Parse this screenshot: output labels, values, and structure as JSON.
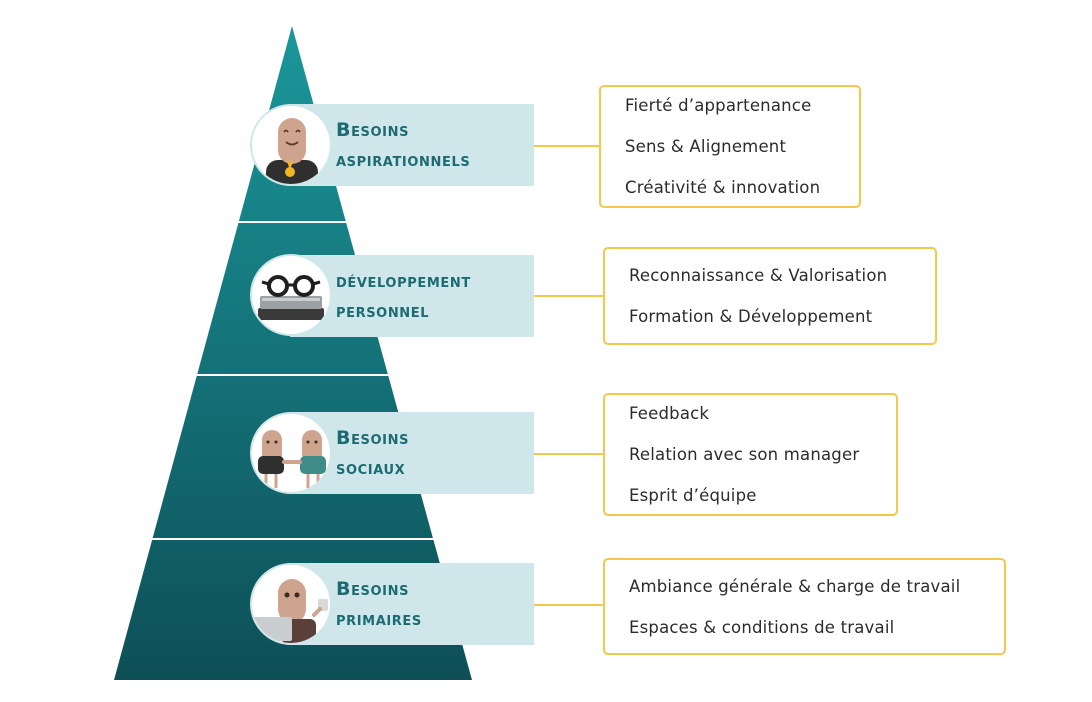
{
  "levels": [
    {
      "title_line1": "Besoins",
      "title_line2": "aspirationnels",
      "icon": "person-with-medal-icon",
      "items": [
        "Fierté d’appartenance",
        "Sens & Alignement",
        "Créativité & innovation"
      ]
    },
    {
      "title_line1": "développement",
      "title_line2": "personnel",
      "icon": "glasses-on-books-icon",
      "items": [
        "Reconnaissance & Valorisation",
        "Formation & Développement"
      ]
    },
    {
      "title_line1": "Besoins",
      "title_line2": "sociaux",
      "icon": "handshake-icon",
      "items": [
        "Feedback",
        "Relation avec son manager",
        "Esprit d’équipe"
      ]
    },
    {
      "title_line1": "Besoins",
      "title_line2": "primaires",
      "icon": "person-with-laptop-and-cup-icon",
      "items": [
        "Ambiance générale & charge de travail",
        "Espaces & conditions de travail"
      ]
    }
  ],
  "colors": {
    "pyramid_top": "#1a979b",
    "pyramid_bottom": "#0e4f57",
    "label_bg": "#cfe7ea",
    "label_text": "#1d6b72",
    "accent_border": "#f4c84a"
  }
}
